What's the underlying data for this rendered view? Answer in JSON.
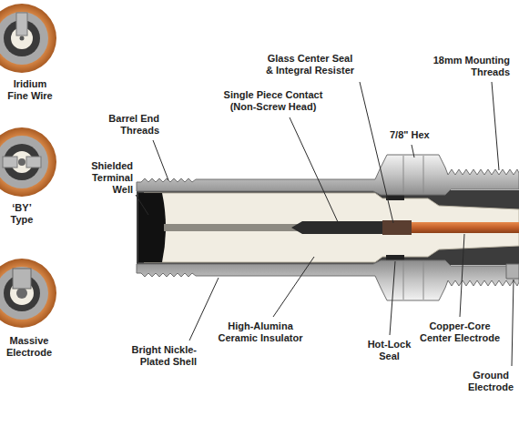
{
  "diagram": {
    "labels": [
      "Iridium Fine Wire",
      "‘BY’ Type",
      "Massive Electrode",
      "Barrel End Threads",
      "Shielded Terminal Well",
      "Single Piece Contact (Non-Screw Head)",
      "Glass Center Seal & Integral Resister",
      "7/8\" Hex",
      "18mm Mounting Threads",
      "Bright Nickle-Plated Shell",
      "High-Alumina Ceramic Insulator",
      "Hot-Lock Seal",
      "Copper-Core Center Electrode",
      "Ground Electrode"
    ]
  }
}
